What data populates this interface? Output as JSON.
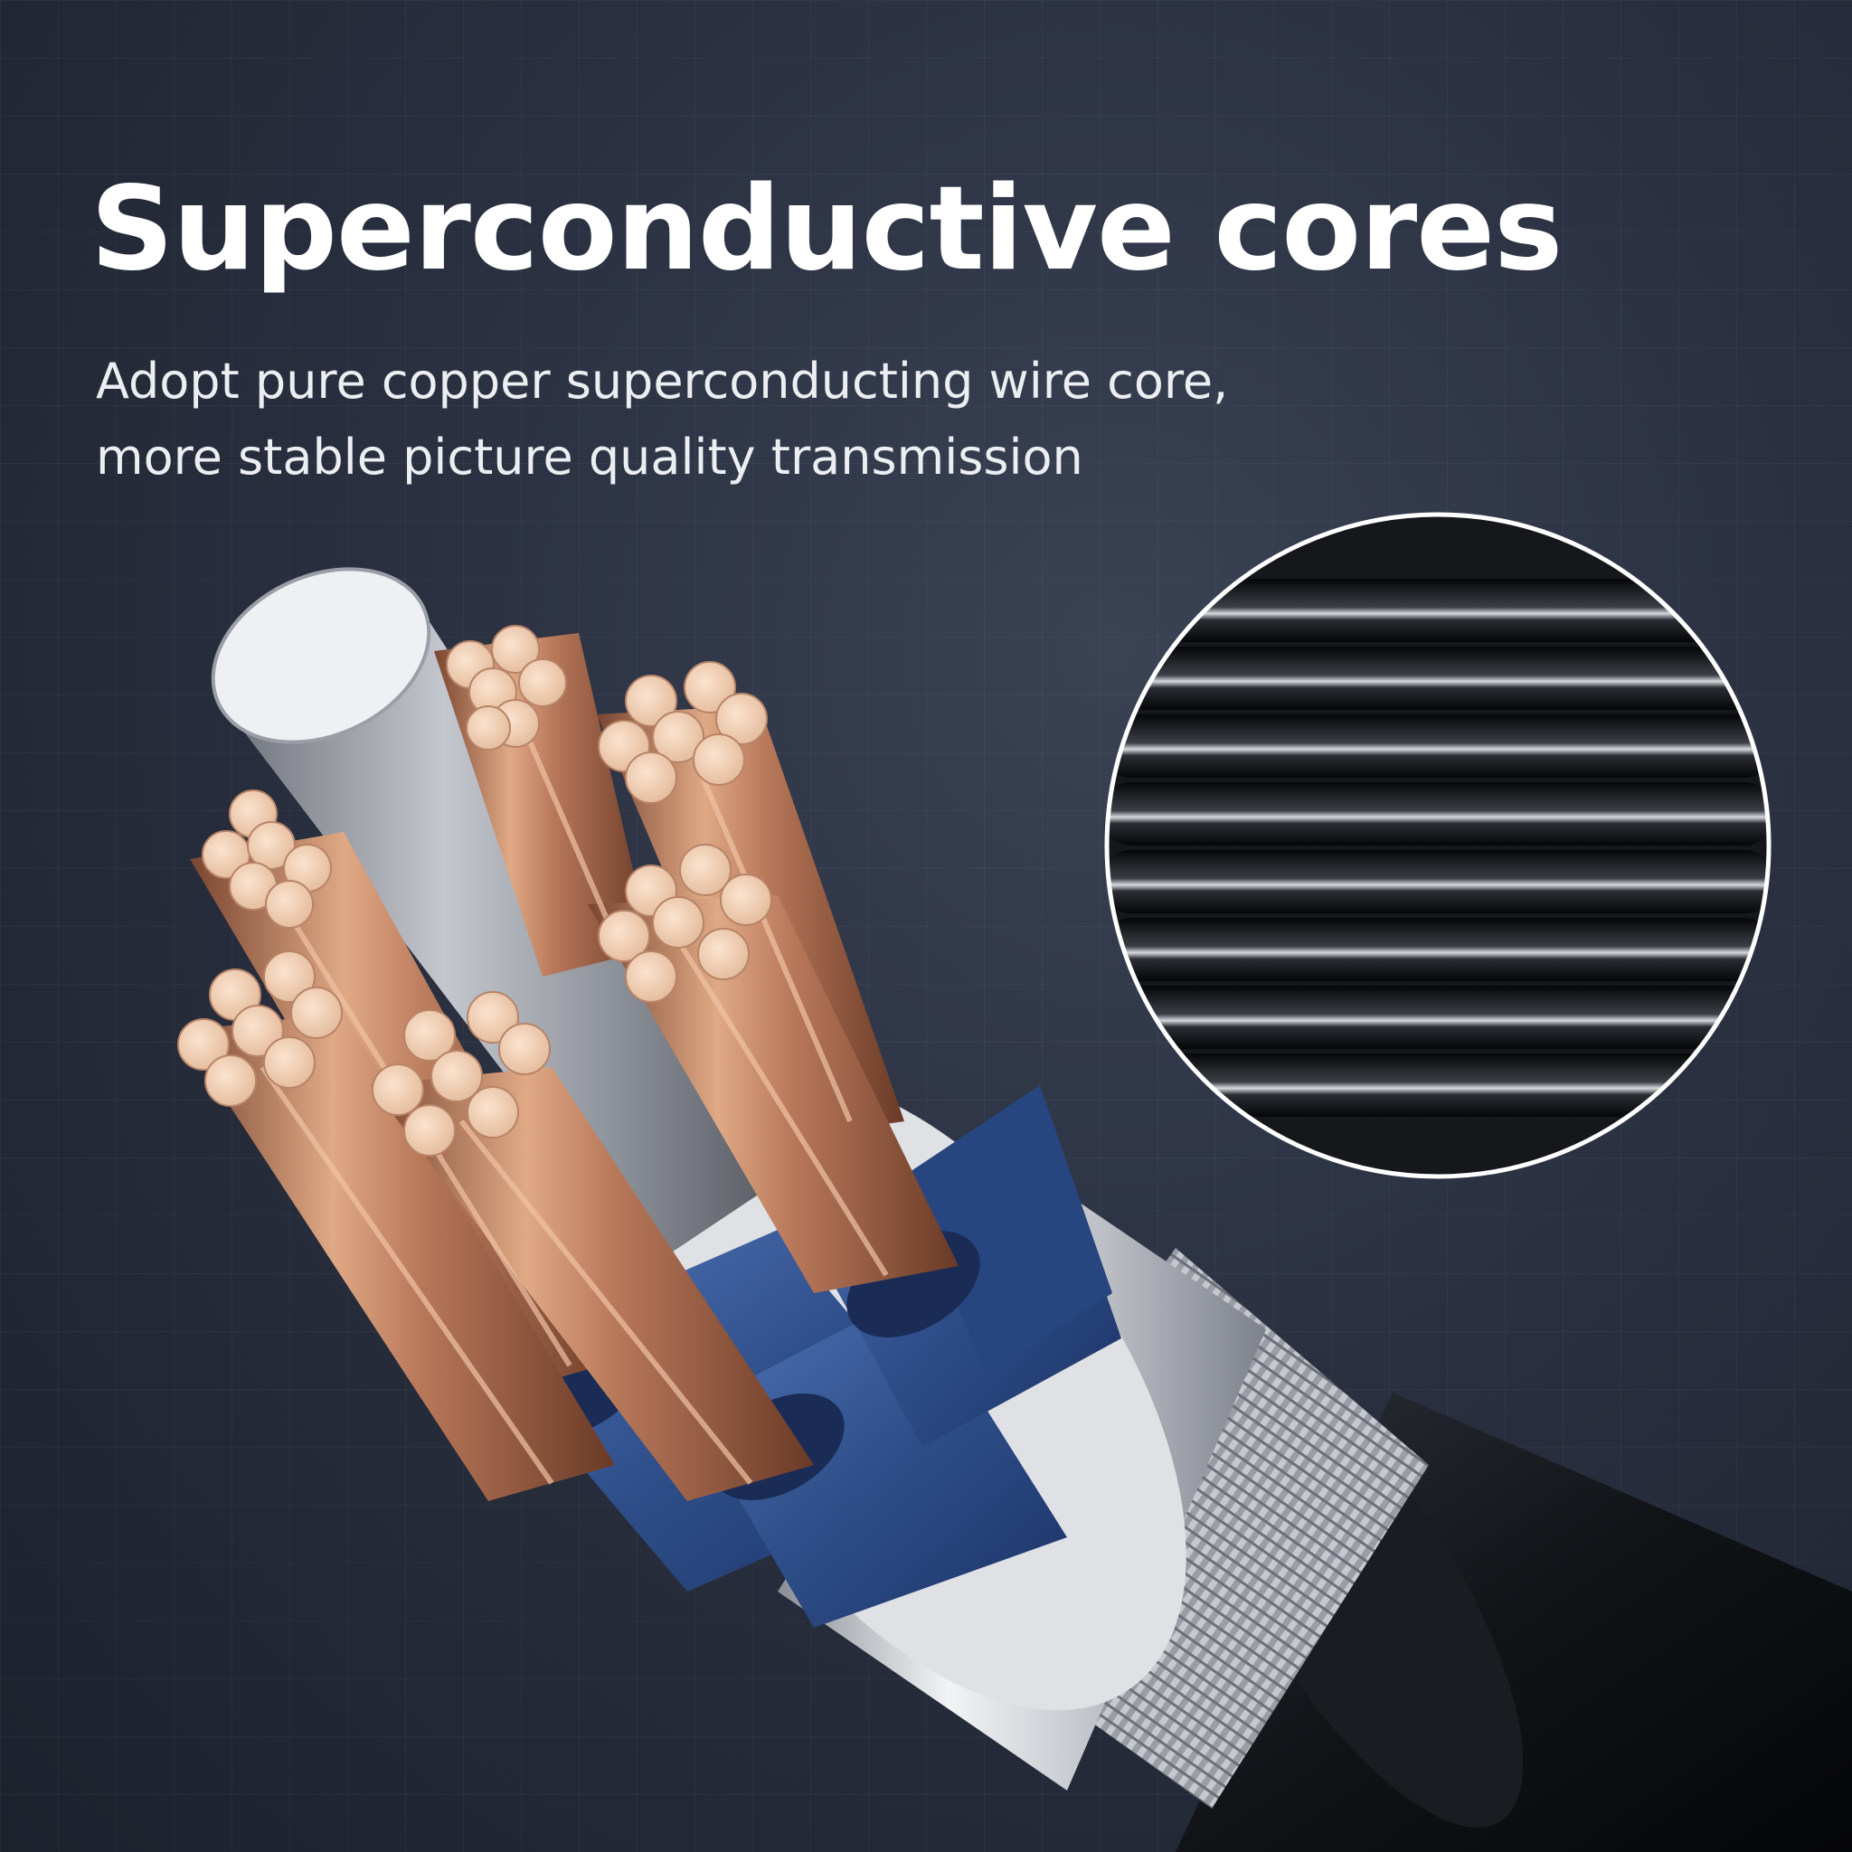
{
  "headline": "Superconductive cores",
  "subline": {
    "line1": "Adopt pure copper superconducting wire core,",
    "line2": "more stable picture quality transmission"
  },
  "colors": {
    "background": "#2a3040",
    "headline": "#ffffff",
    "copper": "#c78a66",
    "insulation": "#3a5a94",
    "sheath": "#121418"
  }
}
